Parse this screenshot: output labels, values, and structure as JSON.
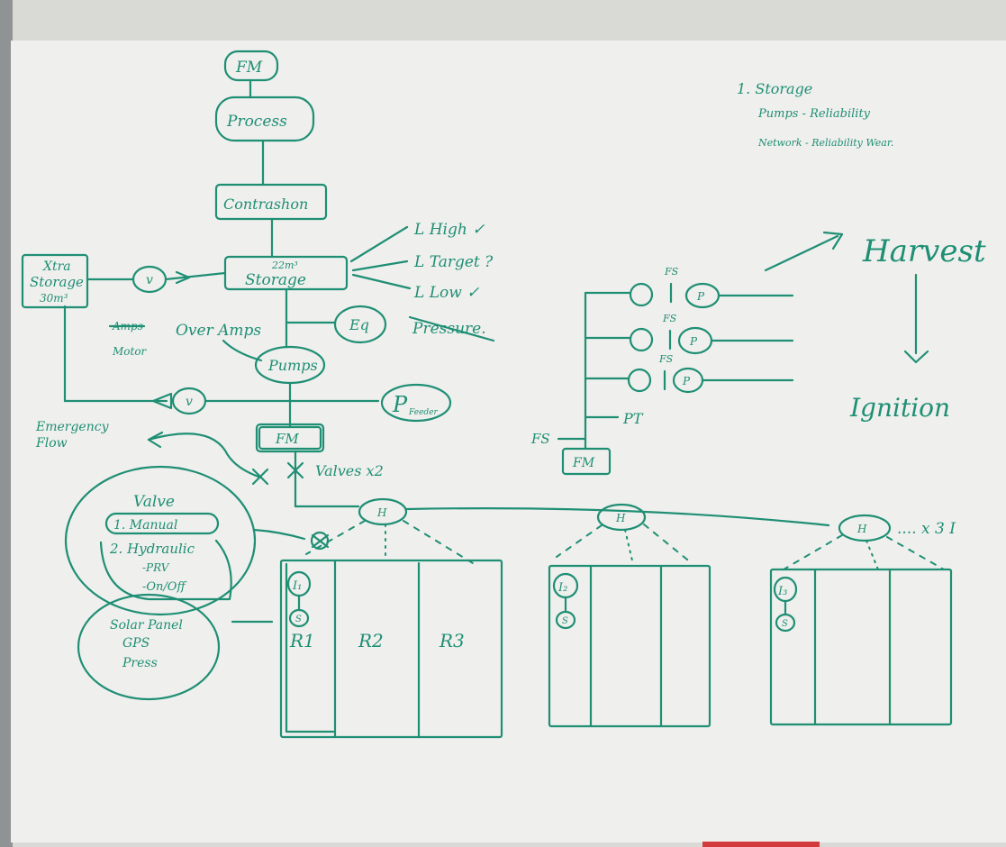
{
  "colors": {
    "ink": "#1f8f74",
    "board": "#efefed",
    "frame": "#d9d9d6",
    "wall": "#8f9394",
    "tray": "#d23b3b"
  },
  "left": {
    "fm_top": "FM",
    "process": "Process",
    "contraction": "Contrashon",
    "storage_top": "22m³",
    "storage": "Storage",
    "level_high": "L High ✓",
    "level_target": "L Target ?",
    "level_low": "L Low ✓",
    "xtra_storage": [
      "Xtra",
      "Storage",
      "30m³"
    ],
    "valve1": "v",
    "valve2": "v",
    "over_amps": "Over Amps",
    "amps_crossed": "Amps",
    "motor": "Motor",
    "pumps": "Pumps",
    "eq": "Eq",
    "pressure": "Pressure.",
    "pressure_sym": "P",
    "pressure_sub": "Feeder",
    "fm_mid": "FM",
    "emergency": [
      "Emergency",
      "Flow"
    ],
    "valves": "Valves x2"
  },
  "valve_bubble": {
    "title": "Valve",
    "item1": "1. Manual",
    "item2": "2. Hydraulic",
    "sub1": "-PRV",
    "sub2": "-On/Off"
  },
  "solar_bubble": [
    "Solar Panel",
    "GPS",
    "Press"
  ],
  "hubs": {
    "h1": "H",
    "h2": "H",
    "h3": "H",
    "repeat": ".... x 3 I"
  },
  "rows": {
    "r1": "R1",
    "r2": "R2",
    "r3": "R3",
    "i1": "I₁",
    "s1": "S",
    "i2": "I₂",
    "s2": "S",
    "i3": "I₃",
    "s3": "S"
  },
  "right": {
    "notes": [
      "1. Storage",
      "Pumps - Reliability",
      "Network - Reliability Wear."
    ],
    "fs_labels": [
      "FS",
      "FS",
      "FS",
      "FS"
    ],
    "pump": "P",
    "pt": "PT",
    "fm": "FM",
    "harvest": "Harvest",
    "ignition": "Ignition"
  }
}
